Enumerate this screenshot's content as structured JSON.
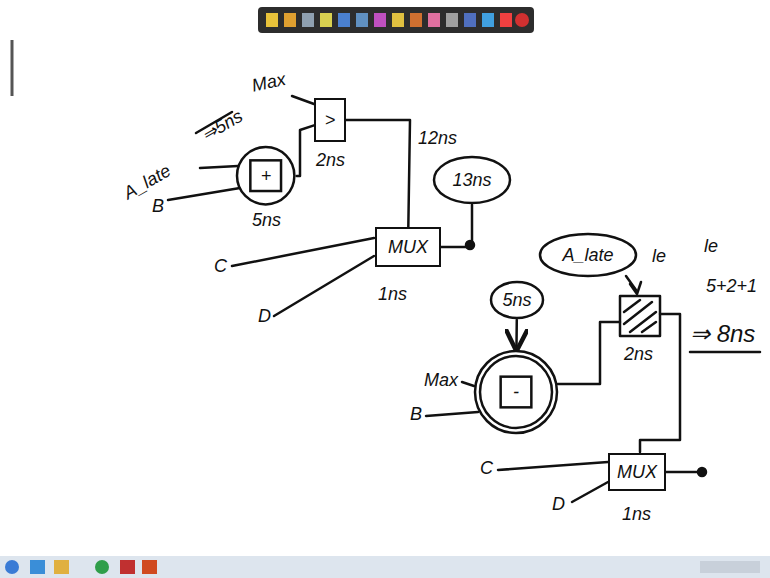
{
  "diagram": {
    "nodes": [
      {
        "text": [
          "+"
        ]
      },
      {
        "text": [
          ">"
        ]
      },
      {
        "text": [
          "MUX"
        ]
      },
      {
        "text": [
          "13ns"
        ]
      },
      {
        "text": [
          "A_late"
        ]
      },
      {
        "text": [
          "5ns"
        ]
      },
      {
        "text": [
          "-"
        ]
      },
      {
        "text": [
          "MUX"
        ]
      }
    ],
    "edges": [
      {
        "from": 0,
        "to": 1,
        "arrow": "none"
      },
      {
        "from": 1,
        "to": 2,
        "arrow": "none"
      },
      {
        "from": 2,
        "to": 3,
        "arrow": "none"
      },
      {
        "from": 5,
        "to": 6,
        "arrow": "to"
      }
    ],
    "labels": [
      "A_late",
      "⇒5ns",
      "Max",
      "B",
      "5ns",
      "2ns",
      "12ns",
      "C",
      "D",
      "1ns",
      "Max",
      "B",
      "C",
      "2ns",
      "le",
      "le",
      "5+2+1",
      "⇒ 8ns",
      "D",
      "1ns"
    ]
  }
}
